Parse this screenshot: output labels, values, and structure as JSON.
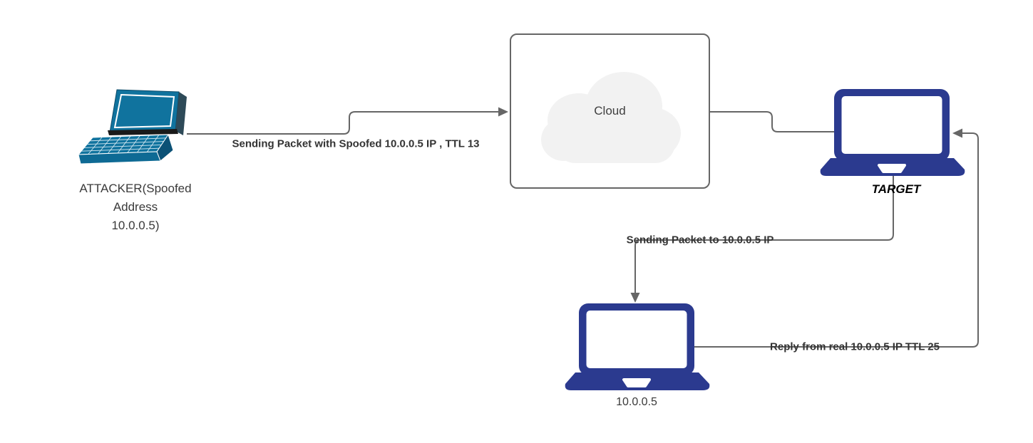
{
  "nodes": {
    "attacker": {
      "line1": "ATTACKER(Spoofed",
      "line2": "Address",
      "line3": "10.0.0.5)",
      "icon": "laptop-3d-icon"
    },
    "cloud": {
      "label": "Cloud",
      "icon": "cloud-icon"
    },
    "target": {
      "label": "TARGET",
      "icon": "laptop-front-icon"
    },
    "real_host": {
      "label": "10.0.0.5",
      "icon": "laptop-front-icon"
    }
  },
  "edges": {
    "spoofed": {
      "label": "Sending Packet with Spoofed 10.0.0.5 IP , TTL 13",
      "from": "attacker",
      "to": "cloud"
    },
    "cloud_to_target": {
      "label": "",
      "from": "cloud",
      "to": "target"
    },
    "forward": {
      "label": "Sending Packet to 10.0.0.5 IP",
      "from": "target",
      "to": "real_host"
    },
    "reply": {
      "label": "Reply from real 10.0.0.5 IP TTL 25",
      "from": "real_host",
      "to": "target"
    }
  },
  "colors": {
    "edge": "#666666",
    "label": "#333333",
    "node_text": "#3A3A3A",
    "target_text": "#000000",
    "attacker_laptop": "#10739E",
    "laptop_navy": "#2B3A8F",
    "cloud_fill": "#F2F2F2"
  }
}
